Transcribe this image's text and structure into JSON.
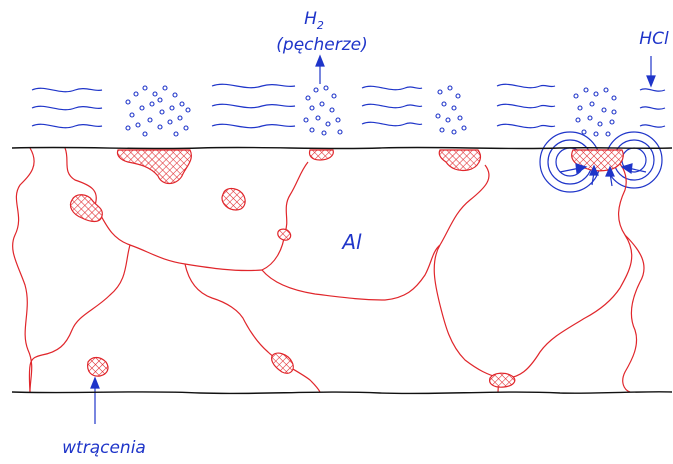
{
  "labels": {
    "h2_symbol": "H",
    "h2_subscript": "2",
    "h2_caption": "(pęcherze)",
    "hcl": "HCl",
    "metal": "Al",
    "inclusions": "wtrącenia"
  },
  "colors": {
    "solution": "#1f35c9",
    "grain_boundary": "#e0262b",
    "inclusion_hatch": "#e0262b",
    "surface": "#111111",
    "background": "#ffffff"
  }
}
